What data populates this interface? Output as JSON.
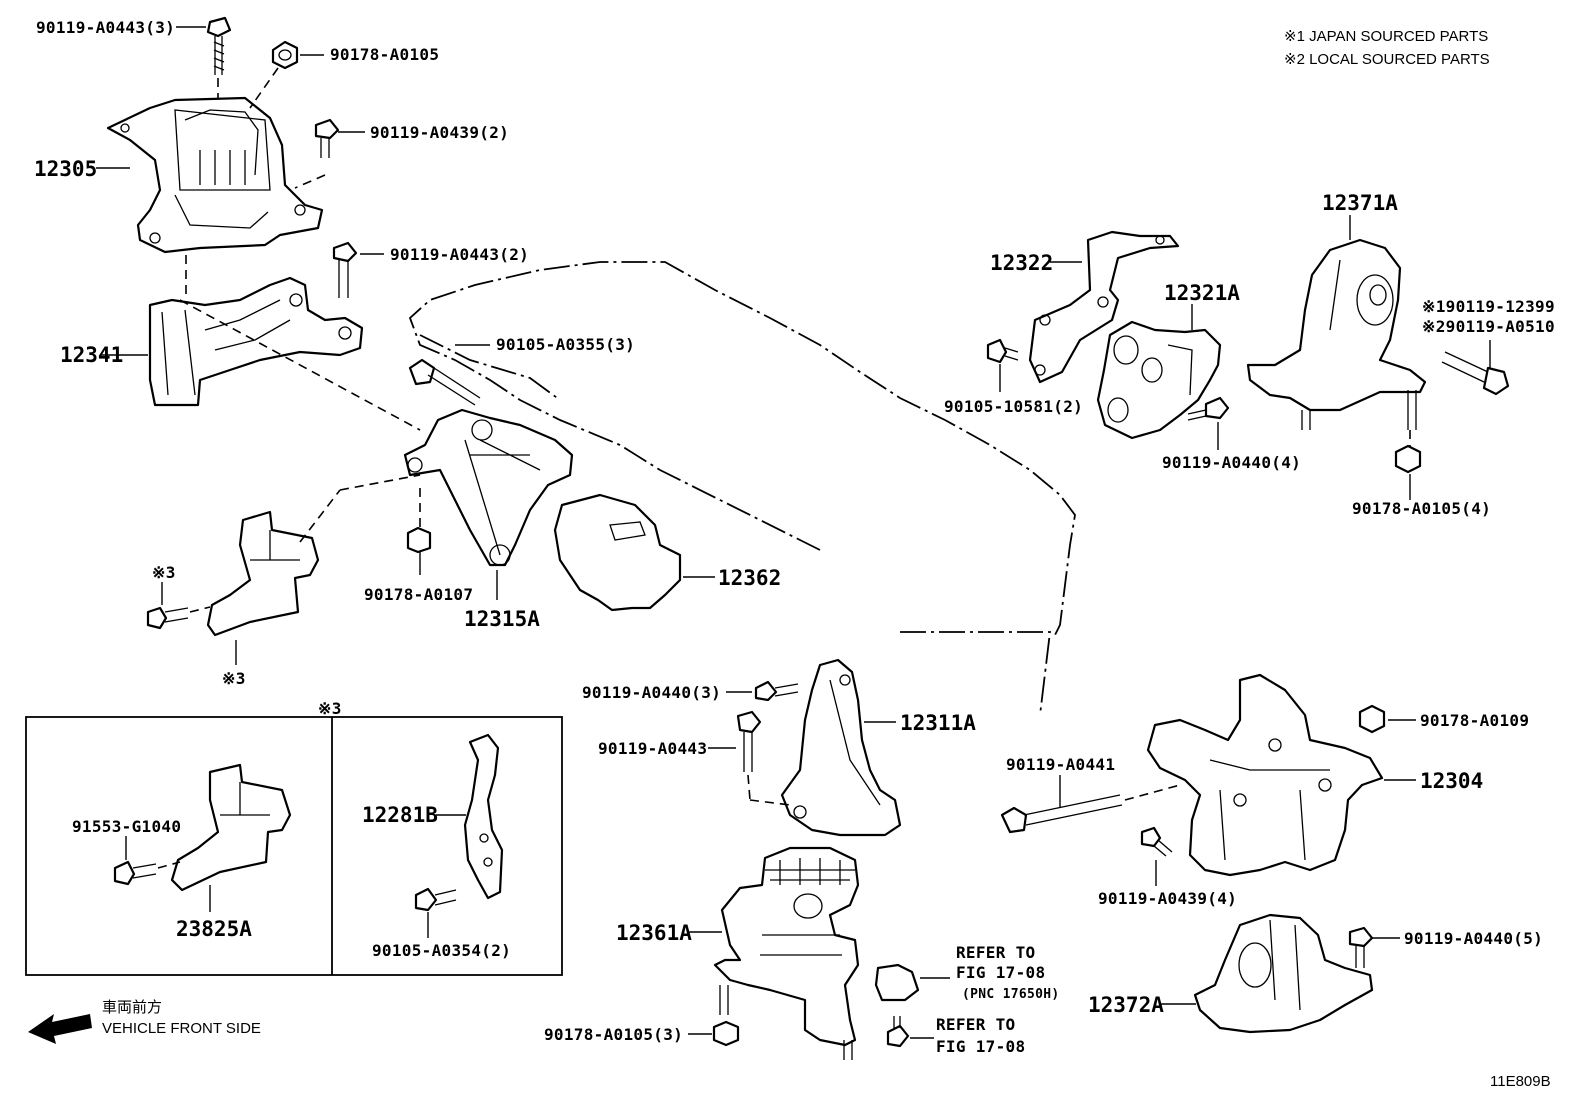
{
  "notes": {
    "japan": "※1 JAPAN SOURCED PARTS",
    "local": "※2 LOCAL SOURCED PARTS"
  },
  "labels": {
    "bolt_a0443_3": "90119-A0443(3)",
    "nut_a0105": "90178-A0105",
    "bolt_a0439_2": "90119-A0439(2)",
    "p12305": "12305",
    "bolt_a0443_2": "90119-A0443(2)",
    "p12341": "12341",
    "bolt_a0355_3": "90105-A0355(3)",
    "nut_a0107": "90178-A0107",
    "p12315a": "12315A",
    "p12362": "12362",
    "mark3_top": "※3",
    "mark3_bottom": "※3",
    "mark3_box": "※3",
    "p12322": "12322",
    "p12321a": "12321A",
    "p12371a": "12371A",
    "bolt_12399": "※190119-12399",
    "bolt_a0510": "※290119-A0510",
    "bolt_10581_2": "90105-10581(2)",
    "bolt_a0440_4": "90119-A0440(4)",
    "nut_a0105_4": "90178-A0105(4)",
    "bolt_a0440_3": "90119-A0440(3)",
    "bolt_a0443": "90119-A0443",
    "p12311a": "12311A",
    "nut_a0109": "90178-A0109",
    "bolt_a0441": "90119-A0441",
    "p12304": "12304",
    "bolt_a0439_4": "90119-A0439(4)",
    "p12361a": "12361A",
    "refer1_a": "REFER TO",
    "refer1_b": "FIG 17-08",
    "refer1_c": "(PNC 17650H)",
    "refer2_a": "REFER TO",
    "refer2_b": "FIG 17-08",
    "nut_a0105_3": "90178-A0105(3)",
    "bolt_a0440_5": "90119-A0440(5)",
    "p12372a": "12372A",
    "clip_g1040": "91553-G1040",
    "p23825a": "23825A",
    "p12281b": "12281B",
    "bolt_a0354_2": "90105-A0354(2)",
    "front_jp": "車両前方",
    "front_en": "VEHICLE FRONT SIDE",
    "figure_id": "11E809B"
  }
}
